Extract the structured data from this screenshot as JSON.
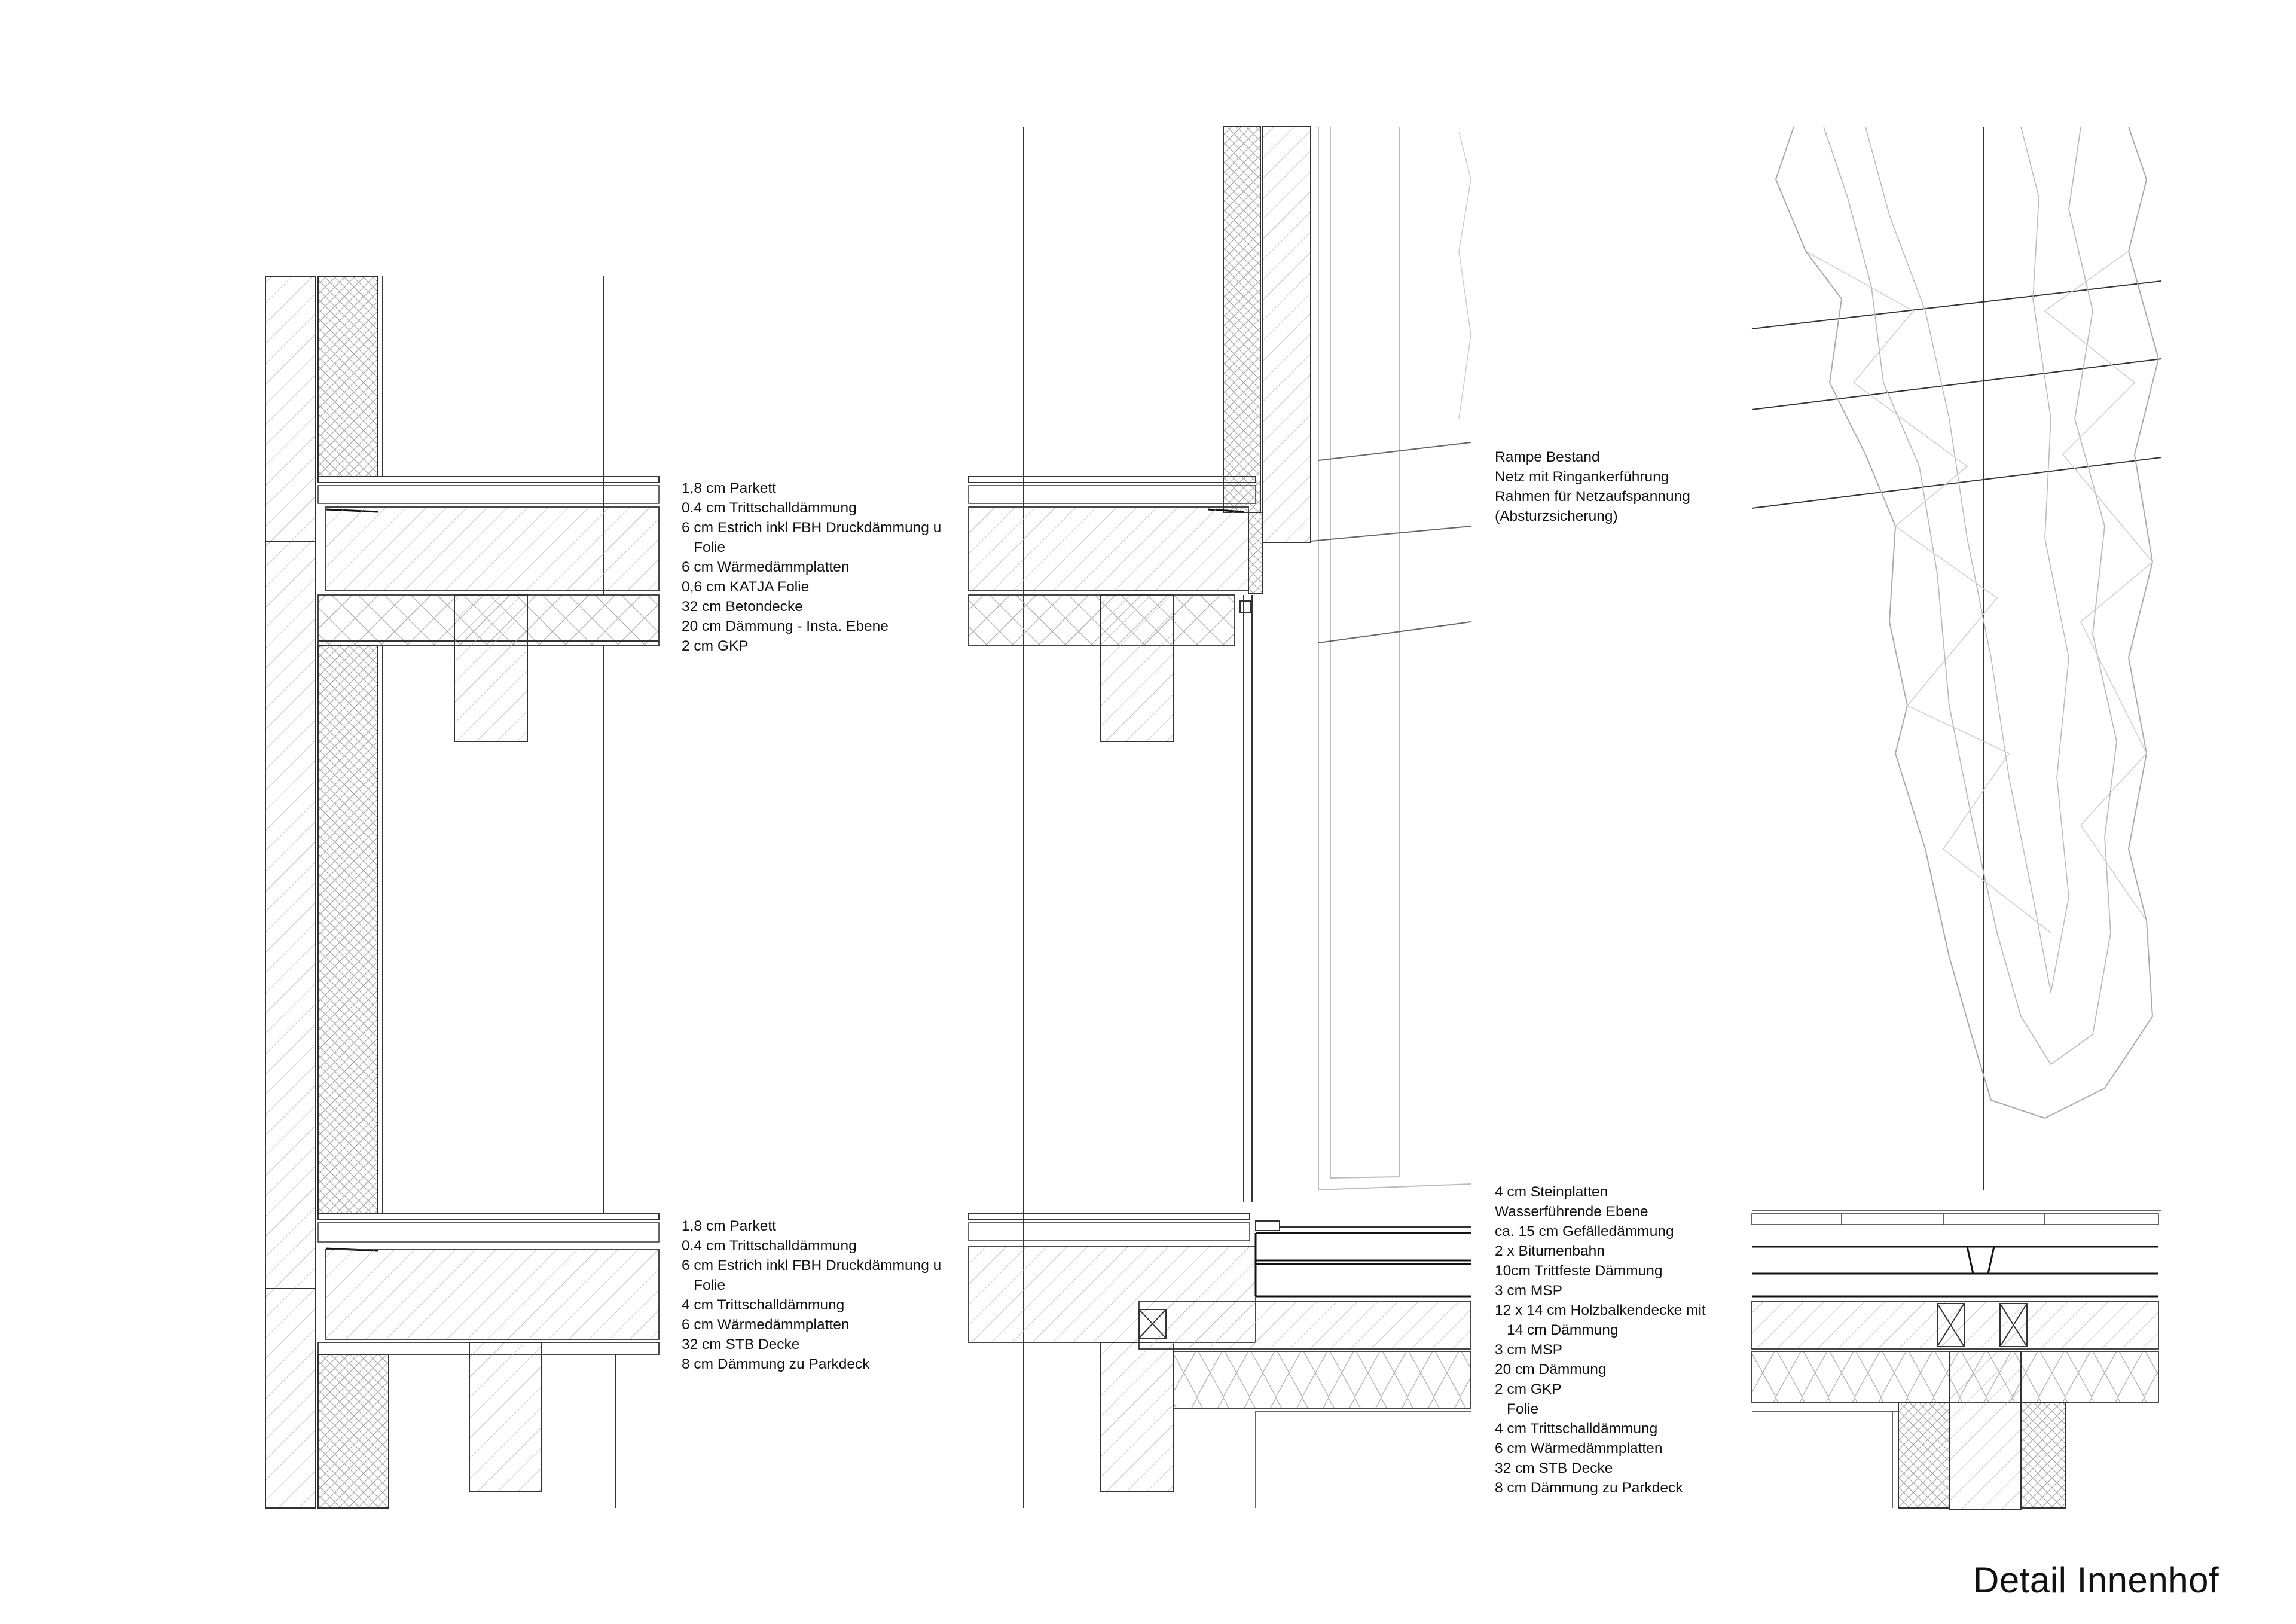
{
  "title": "Detail Innenhof",
  "labels": {
    "floor_upper_left": [
      "1,8 cm Parkett",
      "0.4 cm Trittschalldämmung",
      "6 cm Estrich  inkl FBH Druckdämmung u",
      "Folie",
      "6 cm Wärmedämmplatten",
      "0,6 cm KATJA Folie",
      "32 cm Betondecke",
      "20 cm Dämmung - Insta. Ebene",
      "2 cm GKP"
    ],
    "floor_lower_left": [
      "1,8 cm Parkett",
      "0.4 cm Trittschalldämmung",
      "6 cm Estrich  inkl FBH Druckdämmung u",
      "Folie",
      "4 cm Trittschalldämmung",
      "6 cm Wärmedämmplatten",
      "32 cm STB Decke",
      "8 cm Dämmung zu Parkdeck"
    ],
    "ramp": [
      "Rampe Bestand",
      "Netz mit Ringankerführung",
      "Rahmen für Netzaufspannung",
      " (Absturzsicherung)"
    ],
    "courtyard_floor": [
      "4 cm Steinplatten",
      "Wasserführende Ebene",
      "ca. 15 cm Gefälledämmung",
      "2 x Bitumenbahn",
      "10cm Trittfeste Dämmung",
      "3 cm MSP",
      "12 x 14 cm Holzbalkendecke mit",
      "14 cm Dämmung",
      "3 cm MSP",
      "20 cm Dämmung",
      "2 cm GKP",
      "Folie",
      "4 cm Trittschalldämmung",
      "6 cm Wärmedämmplatten",
      "32 cm STB Decke",
      "8 cm Dämmung zu Parkdeck"
    ]
  }
}
